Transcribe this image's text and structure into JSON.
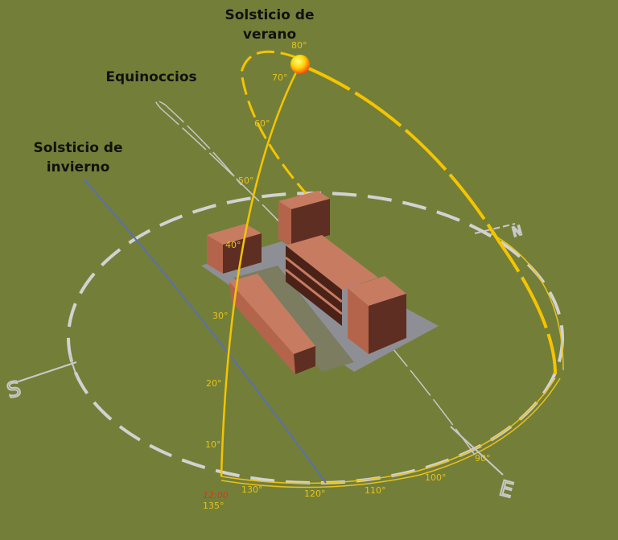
{
  "labels": {
    "summer_line1": "Solsticio de",
    "summer_line2": "verano",
    "equinox": "Equinoccios",
    "winter_line1": "Solsticio de",
    "winter_line2": "invierno"
  },
  "altitude_ticks": [
    "80°",
    "70°",
    "60°",
    "50°",
    "40°",
    "30°",
    "20°",
    "10°"
  ],
  "azimuth_ticks": [
    "135°",
    "130°",
    "120°",
    "110°",
    "100°",
    "90°"
  ],
  "time_label": "12:00",
  "cardinals": {
    "south": "S",
    "east": "E",
    "north": "N"
  },
  "colors": {
    "background": "#737f39",
    "summer_path": "#f5c400",
    "equinox_path": "#c8c8c8",
    "winter_path": "#5a6fb0",
    "horizon": "#d0d0d0",
    "building": "#b5644c",
    "ground": "#8e8f95",
    "sun": "#ffdd00"
  }
}
